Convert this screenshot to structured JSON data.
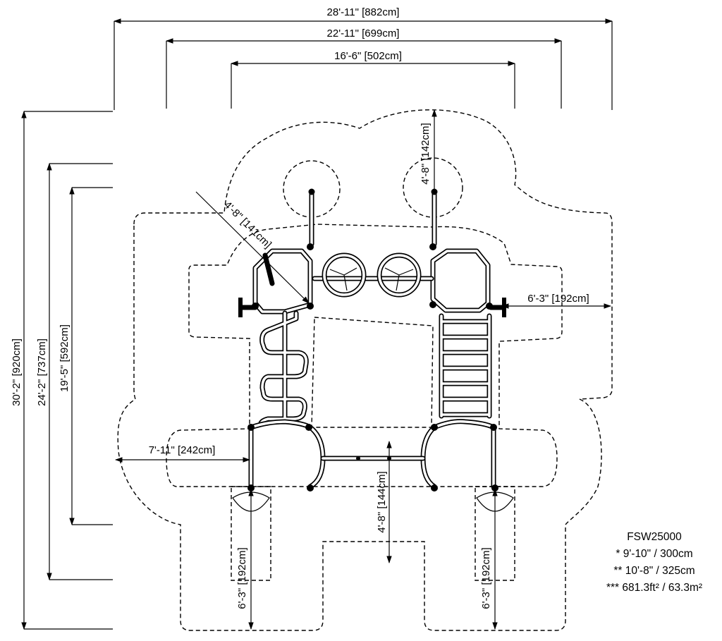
{
  "diagram": {
    "dimensions": {
      "overall_width": "28'-11\" [882cm]",
      "mid_width": "22'-11\" [699cm]",
      "inner_width": "16'-6\" [502cm]",
      "overall_height": "30'-2\" [920cm]",
      "mid_height": "24'-2\" [737cm]",
      "inner_height": "19'-5\" [592cm]",
      "top_clearance": "4'-8\" [142cm]",
      "diagonal_clearance": "4'-8\" [141cm]",
      "right_clearance": "6'-3\" [192cm]",
      "left_clearance": "7'-11\" [242cm]",
      "center_clearance": "4'-8\" [144cm]",
      "bottom_left_clearance": "6'-3\" [192cm]",
      "bottom_right_clearance": "6'-3\" [192cm]"
    },
    "legend": {
      "model": "FSW25000",
      "line1": "* 9'-10\" / 300cm",
      "line2": "** 10'-8\" / 325cm",
      "line3": "*** 681.3ft² / 63.3m²"
    }
  }
}
